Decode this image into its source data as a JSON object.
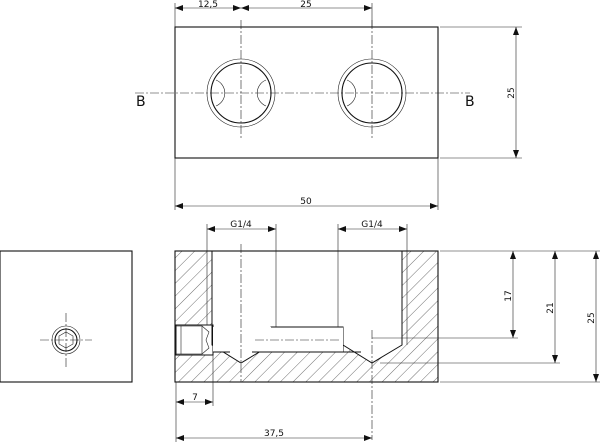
{
  "top_view": {
    "dims": {
      "offset": "12,5",
      "pitch": "25",
      "height": "25",
      "length": "50"
    },
    "section_left": "B",
    "section_right": "B"
  },
  "section_view": {
    "dims": {
      "thread_left": "G1/4",
      "thread_right": "G1/4",
      "depth_17": "17",
      "depth_21": "21",
      "height_25": "25",
      "side_port": "7",
      "hole_pos": "37,5"
    }
  },
  "colors": {
    "line": "#111111",
    "background": "#ffffff"
  }
}
